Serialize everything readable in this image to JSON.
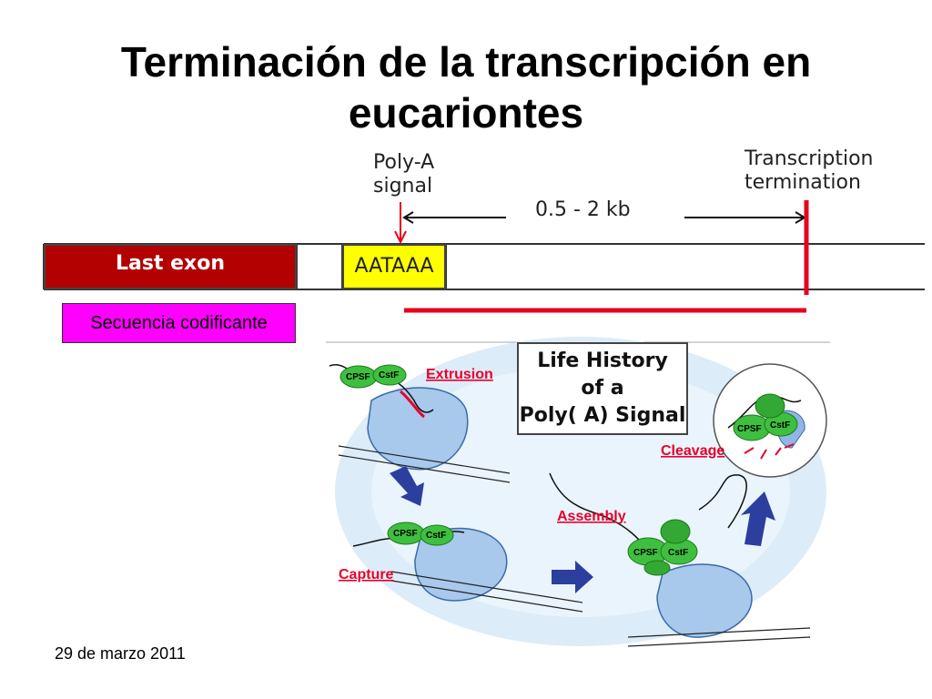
{
  "title": "Terminación de la transcripción  en\neucariontes",
  "labels": {
    "poly_a_signal": "Poly-A\nsignal",
    "distance": "0.5 - 2 kb",
    "transcription_termination": "Transcription\ntermination"
  },
  "gene": {
    "last_exon": "Last exon",
    "poly_a_sequence": "AATAAA",
    "coding_sequence": "Secuencia codificante"
  },
  "cycle": {
    "box_title": "Life History\nof a\nPoly( A) Signal",
    "steps": [
      "Extrusion",
      "Cleavage",
      "Assembly",
      "Capture"
    ],
    "proteins": [
      "CPSF",
      "CstF"
    ]
  },
  "footer": {
    "date": "29 de marzo 2011"
  },
  "colors": {
    "exon": "#b30000",
    "signal": "#ffff00",
    "coding": "#ff00ff",
    "marker": "#e8001c",
    "accent_text": "#e8002a"
  }
}
